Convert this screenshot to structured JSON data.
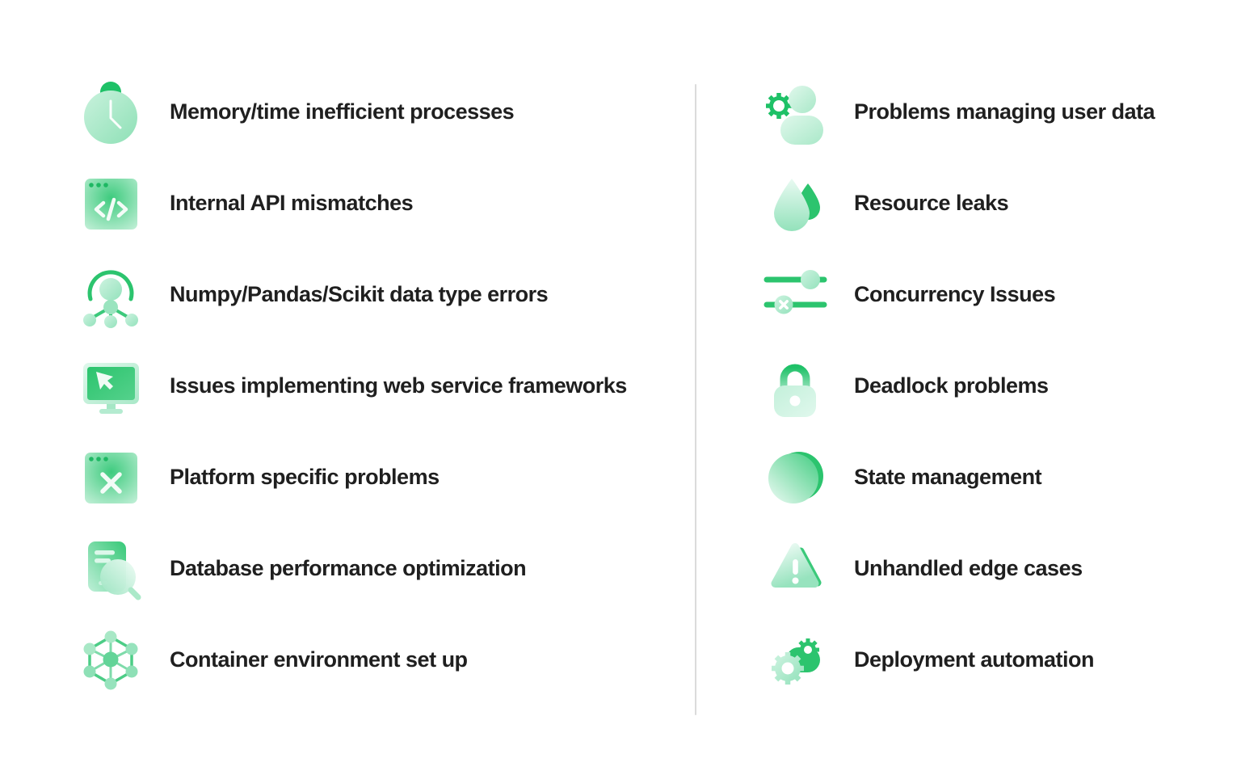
{
  "colors": {
    "accent": "#2cc46e",
    "accent_dark": "#1ec167",
    "accent_light": "#a6e8c6",
    "accent_lighter": "#d7f5e6",
    "text": "#1f1f1f",
    "divider": "#dbdbdb",
    "background": "#ffffff"
  },
  "left_column": {
    "items": [
      {
        "icon": "clock-icon",
        "label": "Memory/time inefficient processes"
      },
      {
        "icon": "code-window-icon",
        "label": "Internal API mismatches"
      },
      {
        "icon": "user-hierarchy-icon",
        "label": "Numpy/Pandas/Scikit data type errors"
      },
      {
        "icon": "monitor-cursor-icon",
        "label": "Issues implementing web service frameworks"
      },
      {
        "icon": "window-error-icon",
        "label": "Platform specific problems"
      },
      {
        "icon": "database-search-icon",
        "label": "Database performance optimization"
      },
      {
        "icon": "container-network-icon",
        "label": "Container environment set up"
      }
    ]
  },
  "right_column": {
    "items": [
      {
        "icon": "user-gear-icon",
        "label": "Problems managing user data"
      },
      {
        "icon": "water-drops-icon",
        "label": "Resource leaks"
      },
      {
        "icon": "sliders-icon",
        "label": "Concurrency Issues"
      },
      {
        "icon": "lock-icon",
        "label": "Deadlock problems"
      },
      {
        "icon": "pie-circle-icon",
        "label": "State management"
      },
      {
        "icon": "warning-triangle-icon",
        "label": "Unhandled edge cases"
      },
      {
        "icon": "gears-icon",
        "label": "Deployment automation"
      }
    ]
  }
}
